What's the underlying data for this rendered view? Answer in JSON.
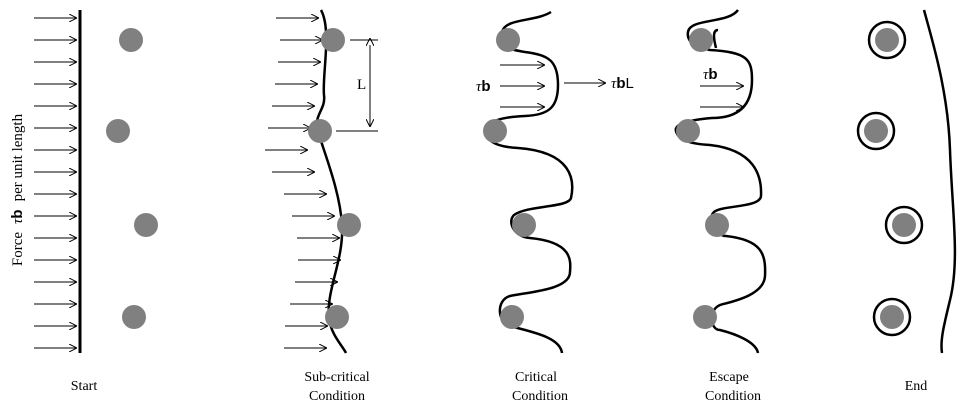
{
  "y_label": {
    "force": "Force",
    "tau": "τ",
    "b": "b",
    "per": "per unit length"
  },
  "panels": [
    {
      "id": "start",
      "label_lines": [
        "Start"
      ]
    },
    {
      "id": "subcritical",
      "label_lines": [
        "Sub-critical",
        "Condition"
      ]
    },
    {
      "id": "critical",
      "label_lines": [
        "Critical",
        "Condition"
      ]
    },
    {
      "id": "escape",
      "label_lines": [
        "Escape",
        "Condition"
      ]
    },
    {
      "id": "end",
      "label_lines": [
        "End"
      ]
    }
  ],
  "annotations": {
    "L": "L",
    "tau": "τ",
    "b": "b",
    "L_suffix": "L"
  },
  "colors": {
    "particle": "#808080",
    "line": "#000000",
    "background": "#ffffff"
  }
}
